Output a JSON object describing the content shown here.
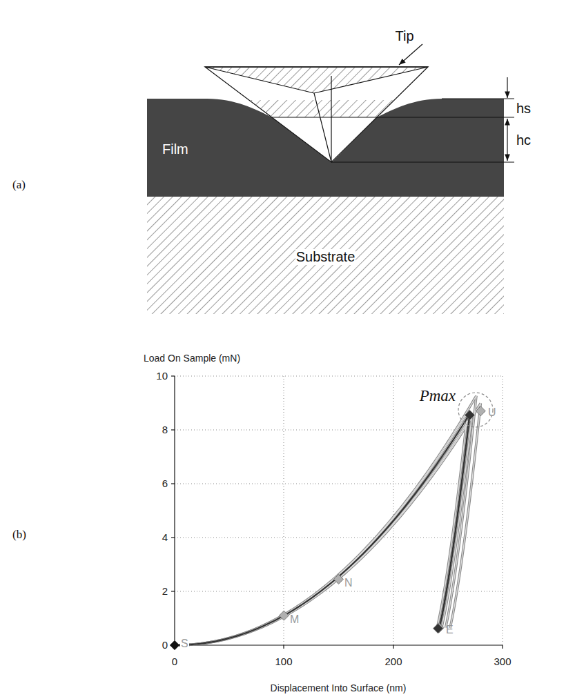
{
  "diagram": {
    "nodes": [
      {
        "text": [
          "Film"
        ]
      },
      {
        "text": [
          "Substrate"
        ]
      }
    ],
    "labels": [
      "Tip",
      "hs",
      "hc",
      "(a)",
      "Load On Sample (mN)",
      "10",
      "8",
      "6",
      "4",
      "2",
      "0",
      "Pmax",
      "U",
      "M",
      "N",
      "E",
      "S",
      "0",
      "100",
      "200",
      "300",
      "Displacement Into Surface (nm)",
      "(b)"
    ]
  }
}
